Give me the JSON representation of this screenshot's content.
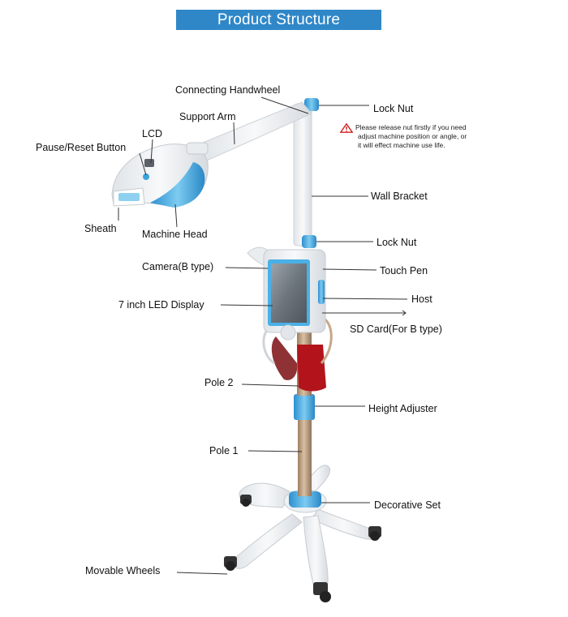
{
  "title": "Product Structure",
  "colors": {
    "title_bg": "#2f87c8",
    "accent_blue": "#3aa3dd",
    "light_blue": "#8fd0f0",
    "device_white": "#eef1f3",
    "pole": "#b99a7a",
    "warning_red": "#d32020",
    "lamp_red": "#b3141b"
  },
  "labels": {
    "connecting_handwheel": "Connecting Handwheel",
    "support_arm": "Support Arm",
    "lcd": "LCD",
    "pause_reset_button": "Pause/Reset Button",
    "sheath": "Sheath",
    "machine_head": "Machine Head",
    "camera": "Camera(B type)",
    "led_display": "7 inch LED Display",
    "pole_2": "Pole 2",
    "pole_1": "Pole 1",
    "movable_wheels": "Movable Wheels",
    "lock_nut_top": "Lock Nut",
    "wall_bracket": "Wall Bracket",
    "lock_nut_mid": "Lock Nut",
    "touch_pen": "Touch Pen",
    "host": "Host",
    "sd_card": "SD Card(For B type)",
    "height_adjuster": "Height  Adjuster",
    "decorative_set": "Decorative Set"
  },
  "warning": {
    "icon": "warning-triangle-icon",
    "lines": [
      "Please release nut firstly if you need",
      "adjust machine position or angle, or",
      "it will effect machine use life."
    ]
  }
}
